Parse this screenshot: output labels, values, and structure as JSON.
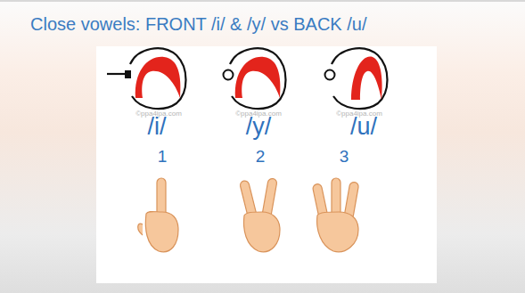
{
  "diagram": {
    "title": "Close vowels: FRONT /i/ & /y/ vs BACK /u/",
    "labels": [
      "©ppa4ipa.com",
      "©ppa4ipa.com",
      "©ppa4ipa.com",
      "/i/",
      "/y/",
      "/u/",
      "1",
      "2",
      "3"
    ]
  }
}
